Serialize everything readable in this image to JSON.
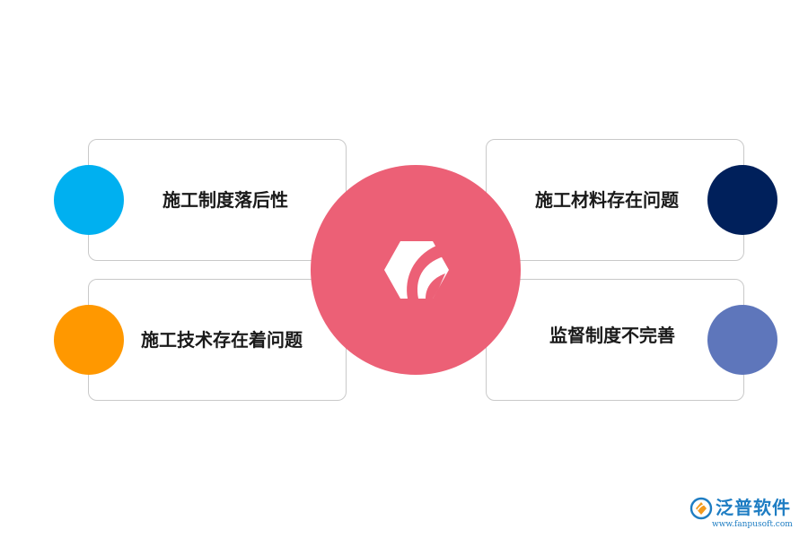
{
  "center": {
    "icon": "hexagon-leaf-icon",
    "color": "#ec6076"
  },
  "items": [
    {
      "label": "施工制度落后性",
      "color": "#00b0f0"
    },
    {
      "label": "施工技术存在着问题",
      "color": "#ff9800"
    },
    {
      "label": "施工材料存在问题",
      "color": "#00205b"
    },
    {
      "label": "监督制度不完善",
      "color": "#5e76bb"
    }
  ],
  "watermark": {
    "name": "泛普软件",
    "url": "www.fanpusoft.com",
    "color": "#1e7dc3"
  }
}
